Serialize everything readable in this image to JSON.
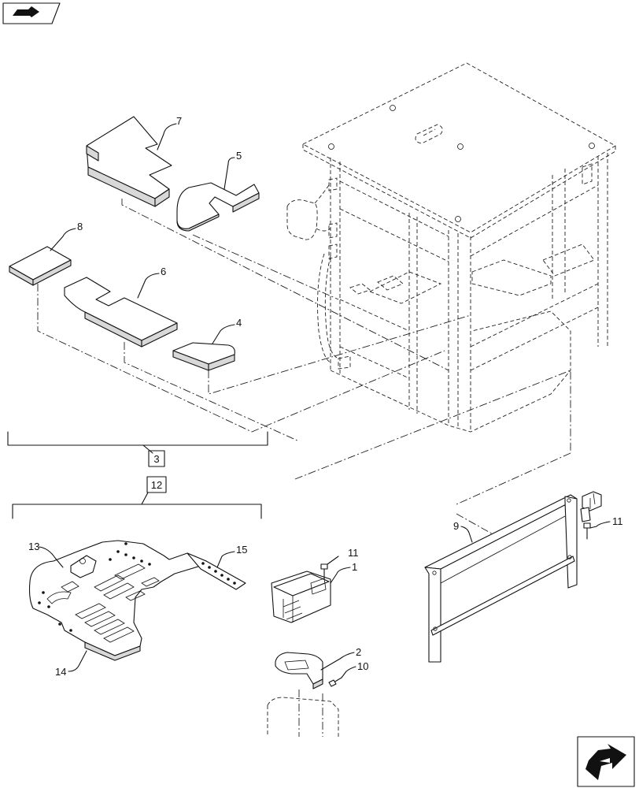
{
  "callouts": {
    "p1": "1",
    "p2": "2",
    "p3": "3",
    "p4": "4",
    "p5": "5",
    "p6": "6",
    "p7": "7",
    "p8": "8",
    "p9": "9",
    "p10": "10",
    "p11a": "11",
    "p11b": "11",
    "p12": "12",
    "p13": "13",
    "p14": "14",
    "p15": "15"
  },
  "icons": {
    "top_left": "book-arrow-icon",
    "bottom_right": "next-page-arrow-icon"
  }
}
